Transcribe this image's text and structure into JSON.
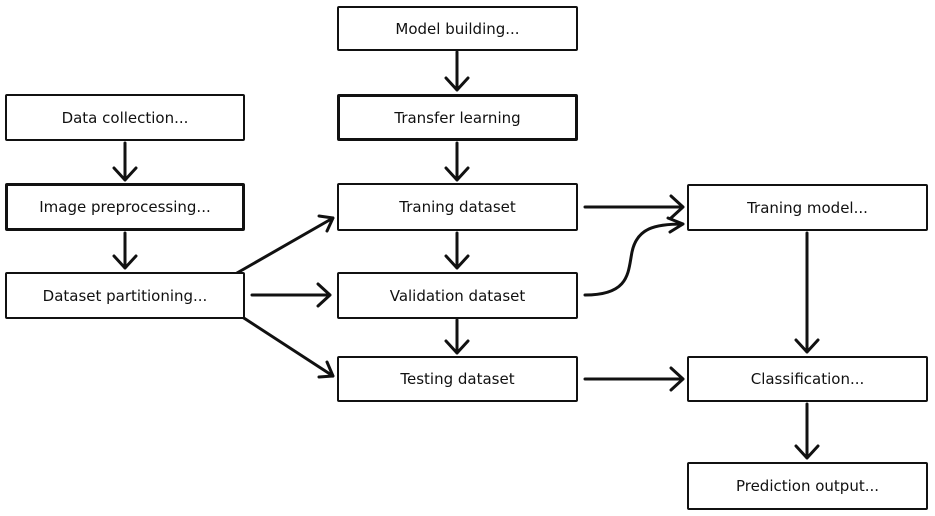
{
  "diagram": {
    "nodes": {
      "data_collection": "Data collection...",
      "image_preprocessing": "Image preprocessing...",
      "dataset_partitioning": "Dataset partitioning...",
      "model_building": "Model building...",
      "transfer_learning": "Transfer learning",
      "training_dataset": "Traning dataset",
      "validation_dataset": "Validation dataset",
      "testing_dataset": "Testing dataset",
      "training_model": "Traning model...",
      "classification": "Classification...",
      "prediction_output": "Prediction output..."
    },
    "edges": [
      {
        "from": "data_collection",
        "to": "image_preprocessing"
      },
      {
        "from": "image_preprocessing",
        "to": "dataset_partitioning"
      },
      {
        "from": "dataset_partitioning",
        "to": "training_dataset"
      },
      {
        "from": "dataset_partitioning",
        "to": "validation_dataset"
      },
      {
        "from": "dataset_partitioning",
        "to": "testing_dataset"
      },
      {
        "from": "model_building",
        "to": "transfer_learning"
      },
      {
        "from": "transfer_learning",
        "to": "training_dataset"
      },
      {
        "from": "training_dataset",
        "to": "validation_dataset"
      },
      {
        "from": "validation_dataset",
        "to": "testing_dataset"
      },
      {
        "from": "training_dataset",
        "to": "training_model"
      },
      {
        "from": "validation_dataset",
        "to": "training_model"
      },
      {
        "from": "training_model",
        "to": "classification"
      },
      {
        "from": "testing_dataset",
        "to": "classification"
      },
      {
        "from": "classification",
        "to": "prediction_output"
      }
    ]
  }
}
